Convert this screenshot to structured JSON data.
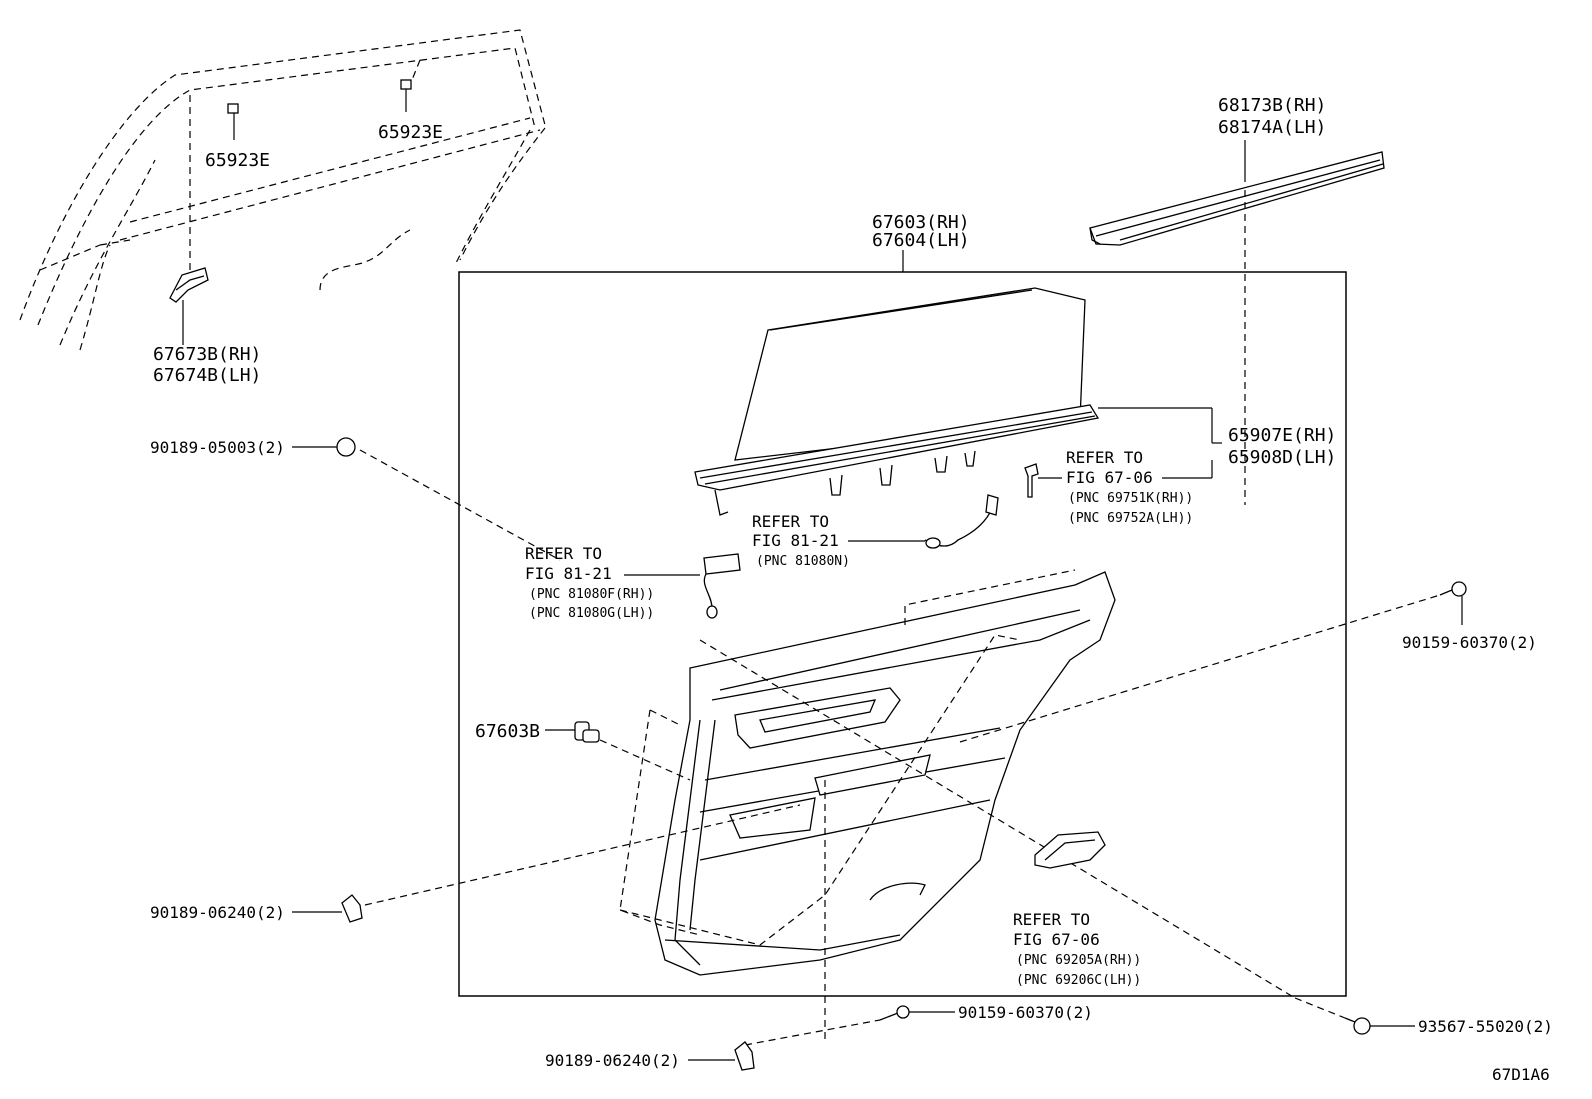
{
  "diagram_id": "67D1A6",
  "callouts": {
    "clip_65923e_left": "65923E",
    "clip_65923e_right": "65923E",
    "bracket_rh": "67673B(RH)",
    "bracket_lh": "67674B(LH)",
    "weatherstrip_rh": "68173B(RH)",
    "weatherstrip_lh": "68174A(LH)",
    "trim_board_rh": "67603(RH)",
    "trim_board_lh": "67604(LH)",
    "shade_rh": "65907E(RH)",
    "shade_lh": "65908D(LH)",
    "clip_90189_05003": "90189-05003(2)",
    "clip_67603b": "67603B",
    "screw_90159_right": "90159-60370(2)",
    "screw_90159_bottom": "90159-60370(2)",
    "clip_90189_06240_left": "90189-06240(2)",
    "clip_90189_06240_bottom": "90189-06240(2)",
    "screw_93567": "93567-55020(2)"
  },
  "references": {
    "ref_a": {
      "line1": "REFER TO",
      "line2": "FIG 67-06",
      "pnc1": "(PNC 69751K(RH))",
      "pnc2": "(PNC 69752A(LH))"
    },
    "ref_b": {
      "line1": "REFER TO",
      "line2": "FIG 81-21",
      "pnc1": "(PNC 81080N)"
    },
    "ref_c": {
      "line1": "REFER TO",
      "line2": "FIG 81-21",
      "pnc1": "(PNC 81080F(RH))",
      "pnc2": "(PNC 81080G(LH))"
    },
    "ref_d": {
      "line1": "REFER TO",
      "line2": "FIG 67-06",
      "pnc1": "(PNC 69205A(RH))",
      "pnc2": "(PNC 69206C(LH))"
    }
  }
}
